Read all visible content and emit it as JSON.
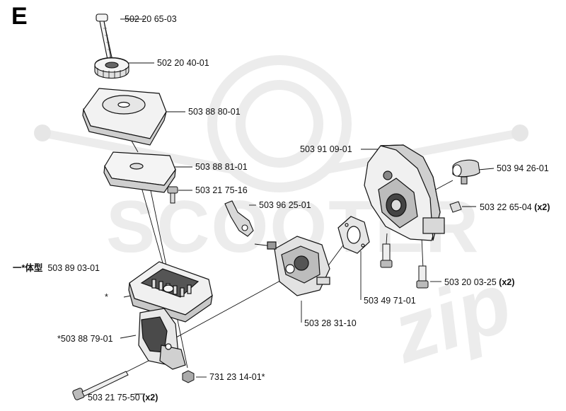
{
  "section": {
    "letter": "E"
  },
  "watermark": {
    "brand": "SCOOTER",
    "script": "zip"
  },
  "parts": [
    {
      "id": "bolt-top",
      "number": "502 20 65-03",
      "qty": "",
      "prefix": ""
    },
    {
      "id": "knob",
      "number": "502 20 40-01",
      "qty": "",
      "prefix": ""
    },
    {
      "id": "air-filter-cover",
      "number": "503 88 80-01",
      "qty": "",
      "prefix": ""
    },
    {
      "id": "air-filter",
      "number": "503 88 81-01",
      "qty": "",
      "prefix": ""
    },
    {
      "id": "screw-small",
      "number": "503 21 75-16",
      "qty": "",
      "prefix": ""
    },
    {
      "id": "choke-lever",
      "number": "503 96 25-01",
      "qty": "",
      "prefix": ""
    },
    {
      "id": "filter-housing-kit",
      "number": "503 89 03-01",
      "qty": "",
      "prefix": "一*体型"
    },
    {
      "id": "housing-asterisk",
      "number": "*",
      "qty": "",
      "prefix": ""
    },
    {
      "id": "carb-holder",
      "number": "*503 88 79-01",
      "qty": "",
      "prefix": ""
    },
    {
      "id": "long-screw",
      "number": "503 21 75-50",
      "qty": "(x2)",
      "prefix": ""
    },
    {
      "id": "nut",
      "number": "731 23 14-01*",
      "qty": "",
      "prefix": ""
    },
    {
      "id": "carburetor",
      "number": "503 28 31-10",
      "qty": "",
      "prefix": ""
    },
    {
      "id": "gasket",
      "number": "503 49 71-01",
      "qty": "",
      "prefix": ""
    },
    {
      "id": "intake-housing",
      "number": "503 91 09-01",
      "qty": "",
      "prefix": ""
    },
    {
      "id": "hose-clamp",
      "number": "503 94 26-01",
      "qty": "",
      "prefix": ""
    },
    {
      "id": "clip",
      "number": "503 22 65-04",
      "qty": "(x2)",
      "prefix": ""
    },
    {
      "id": "screw-housing",
      "number": "503 20 03-25",
      "qty": "(x2)",
      "prefix": ""
    }
  ],
  "colors": {
    "line": "#111111",
    "part_fill": "#f4f4f4",
    "shade": "#bdbdbd",
    "dark": "#333333",
    "watermark": "#e9e9e9"
  }
}
